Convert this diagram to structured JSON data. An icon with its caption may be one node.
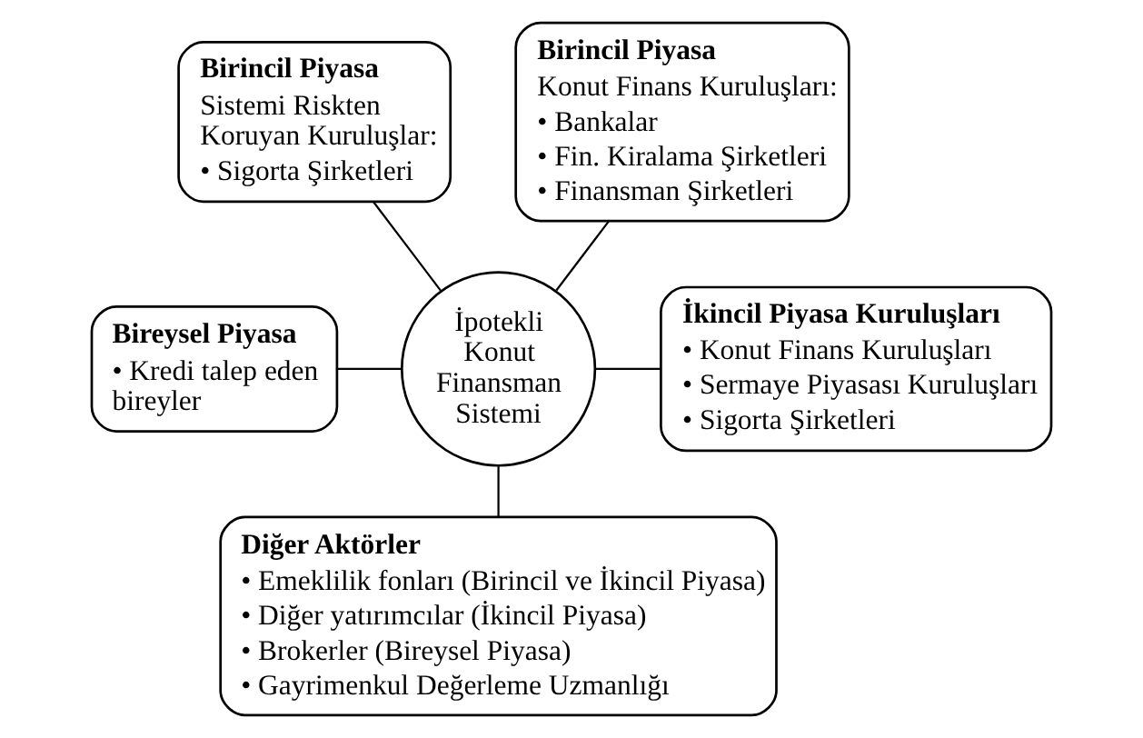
{
  "diagram": {
    "nodes": [
      {
        "text": [
          "Birincil Piyasa",
          "Sistemi Riskten Koruyan Kuruluşlar:",
          "• Sigorta Şirketleri"
        ]
      },
      {
        "text": [
          "Birincil Piyasa",
          "Konut Finans Kuruluşları:",
          "• Bankalar",
          "• Fin. Kiralama Şirketleri",
          "• Finansman Şirketleri"
        ]
      },
      {
        "text": [
          "Bireysel Piyasa",
          "• Kredi talep eden bireyler"
        ]
      },
      {
        "text": [
          "İpotekli Konut Finansman Sistemi"
        ]
      },
      {
        "text": [
          "İkincil Piyasa Kuruluşları",
          "• Konut Finans Kuruluşları",
          "• Sermaye Piyasası Kuruluşları",
          "• Sigorta Şirketleri"
        ]
      },
      {
        "text": [
          "Diğer Aktörler",
          "• Emeklilik fonları (Birincil ve İkincil Piyasa)",
          "• Diğer yatırımcılar (İkincil Piyasa)",
          "• Brokerler (Bireysel Piyasa)",
          "• Gayrimenkul Değerleme Uzmanlığı"
        ]
      }
    ],
    "edges": [
      {
        "from": 0,
        "to": 3,
        "arrow": "none"
      },
      {
        "from": 1,
        "to": 3,
        "arrow": "none"
      },
      {
        "from": 2,
        "to": 3,
        "arrow": "none"
      },
      {
        "from": 3,
        "to": 4,
        "arrow": "none"
      },
      {
        "from": 3,
        "to": 5,
        "arrow": "none"
      }
    ]
  }
}
